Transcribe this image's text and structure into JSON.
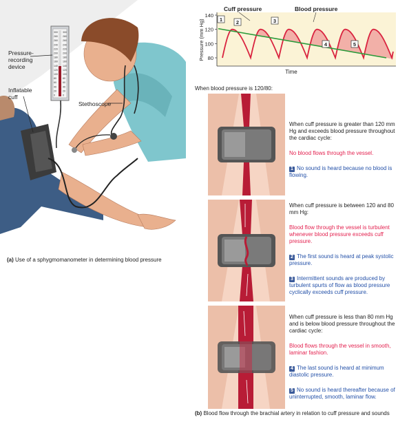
{
  "panel_a": {
    "labels": {
      "device": "Pressure-recording device",
      "cuff": "Inflatable cuff",
      "stethoscope": "Stethoscope"
    },
    "caption_letter": "(a)",
    "caption": "Use of a sphygmomanometer in determining blood pressure"
  },
  "graph": {
    "title_cuff": "Cuff pressure",
    "title_blood": "Blood pressure",
    "ylabel": "Pressure (mm Hg)",
    "xlabel": "Time",
    "yticks": [
      "140",
      "120",
      "100",
      "80"
    ],
    "markers": [
      "1",
      "2",
      "3",
      "4",
      "5"
    ],
    "colors": {
      "blood": "#d9233f",
      "cuff": "#2a9a3a",
      "fill": "#f2b0a8",
      "bg": "#fbf3d6"
    }
  },
  "intro": "When blood pressure is 120/80:",
  "sections": [
    {
      "condition": "When cuff pressure is greater than 120 mm Hg and exceeds blood pressure throughout the cardiac cycle:",
      "flow": "No blood flows through the vessel.",
      "notes": [
        {
          "num": "1",
          "text": "No sound is heard because no blood is flowing."
        }
      ]
    },
    {
      "condition": "When cuff pressure is between 120 and 80 mm Hg:",
      "flow": "Blood flow through the vessel is turbulent whenever blood pressure exceeds cuff pressure.",
      "notes": [
        {
          "num": "2",
          "text": "The first sound is heard at peak systolic pressure."
        },
        {
          "num": "3",
          "text": "Intermittent sounds are produced by turbulent spurts of flow as blood pressure cyclically exceeds cuff pressure."
        }
      ]
    },
    {
      "condition": "When cuff pressure is less than 80 mm Hg and is below blood pressure throughout the cardiac cycle:",
      "flow": "Blood flows through the vessel in smooth, laminar fashion.",
      "notes": [
        {
          "num": "4",
          "text": "The last sound is heard at minimum diastolic pressure."
        },
        {
          "num": "5",
          "text": "No sound is heard thereafter because of uninterrupted, smooth, laminar flow."
        }
      ]
    }
  ],
  "panel_b": {
    "caption_letter": "(b)",
    "caption": "Blood flow through the brachial artery in relation to cuff pressure and sounds"
  },
  "manometer_scale": [
    "300",
    "280",
    "260",
    "240",
    "220",
    "200",
    "180",
    "160",
    "140",
    "120",
    "100",
    "80",
    "60",
    "40",
    "20",
    "0"
  ]
}
